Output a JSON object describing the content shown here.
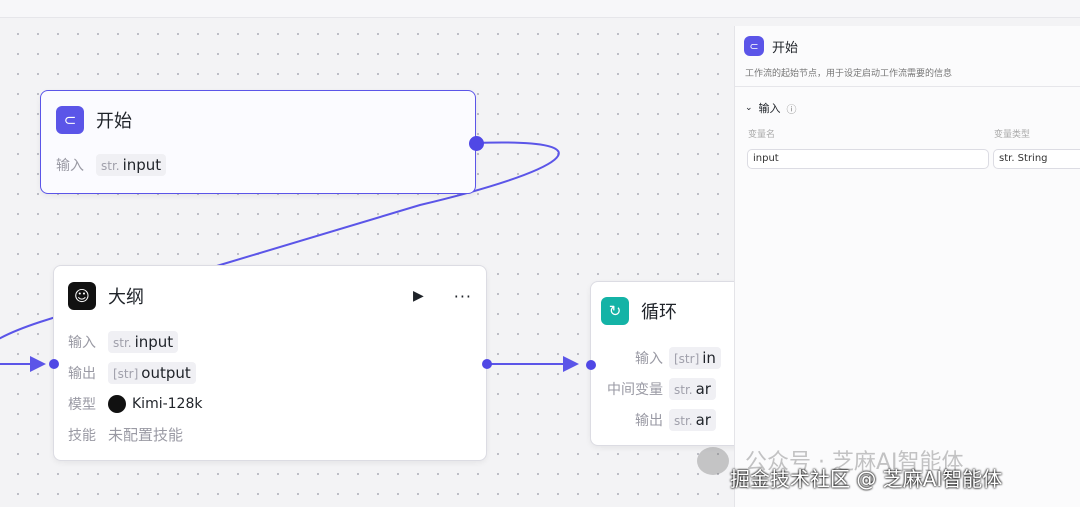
{
  "nodes": {
    "start": {
      "title": "开始",
      "input_label": "输入",
      "input_type": "str.",
      "input_name": "input"
    },
    "outline": {
      "title": "大纲",
      "rows": [
        {
          "label": "输入",
          "type": "str.",
          "value": "input"
        },
        {
          "label": "输出",
          "type": "[str]",
          "value": "output"
        },
        {
          "label": "模型",
          "value": "Kimi-128k"
        },
        {
          "label": "技能",
          "value": "未配置技能"
        }
      ]
    },
    "loop": {
      "title": "循环",
      "rows": [
        {
          "label": "输入",
          "type": "[str]",
          "value": "in"
        },
        {
          "label": "中间变量",
          "type": "str.",
          "value": "ar"
        },
        {
          "label": "输出",
          "type": "str.",
          "value": "ar"
        }
      ]
    }
  },
  "panel": {
    "title": "开始",
    "description": "工作流的起始节点，用于设定启动工作流需要的信息",
    "section": "输入",
    "col_name": "变量名",
    "col_type": "变量类型",
    "var_name": "input",
    "var_type": "str. String"
  },
  "watermark": {
    "wechat": "公众号 · 芝麻AI智能体",
    "site": "掘金技术社区 @ 芝麻AI智能体"
  },
  "colors": {
    "accent": "#5048e5",
    "loop": "#14b3a6"
  }
}
